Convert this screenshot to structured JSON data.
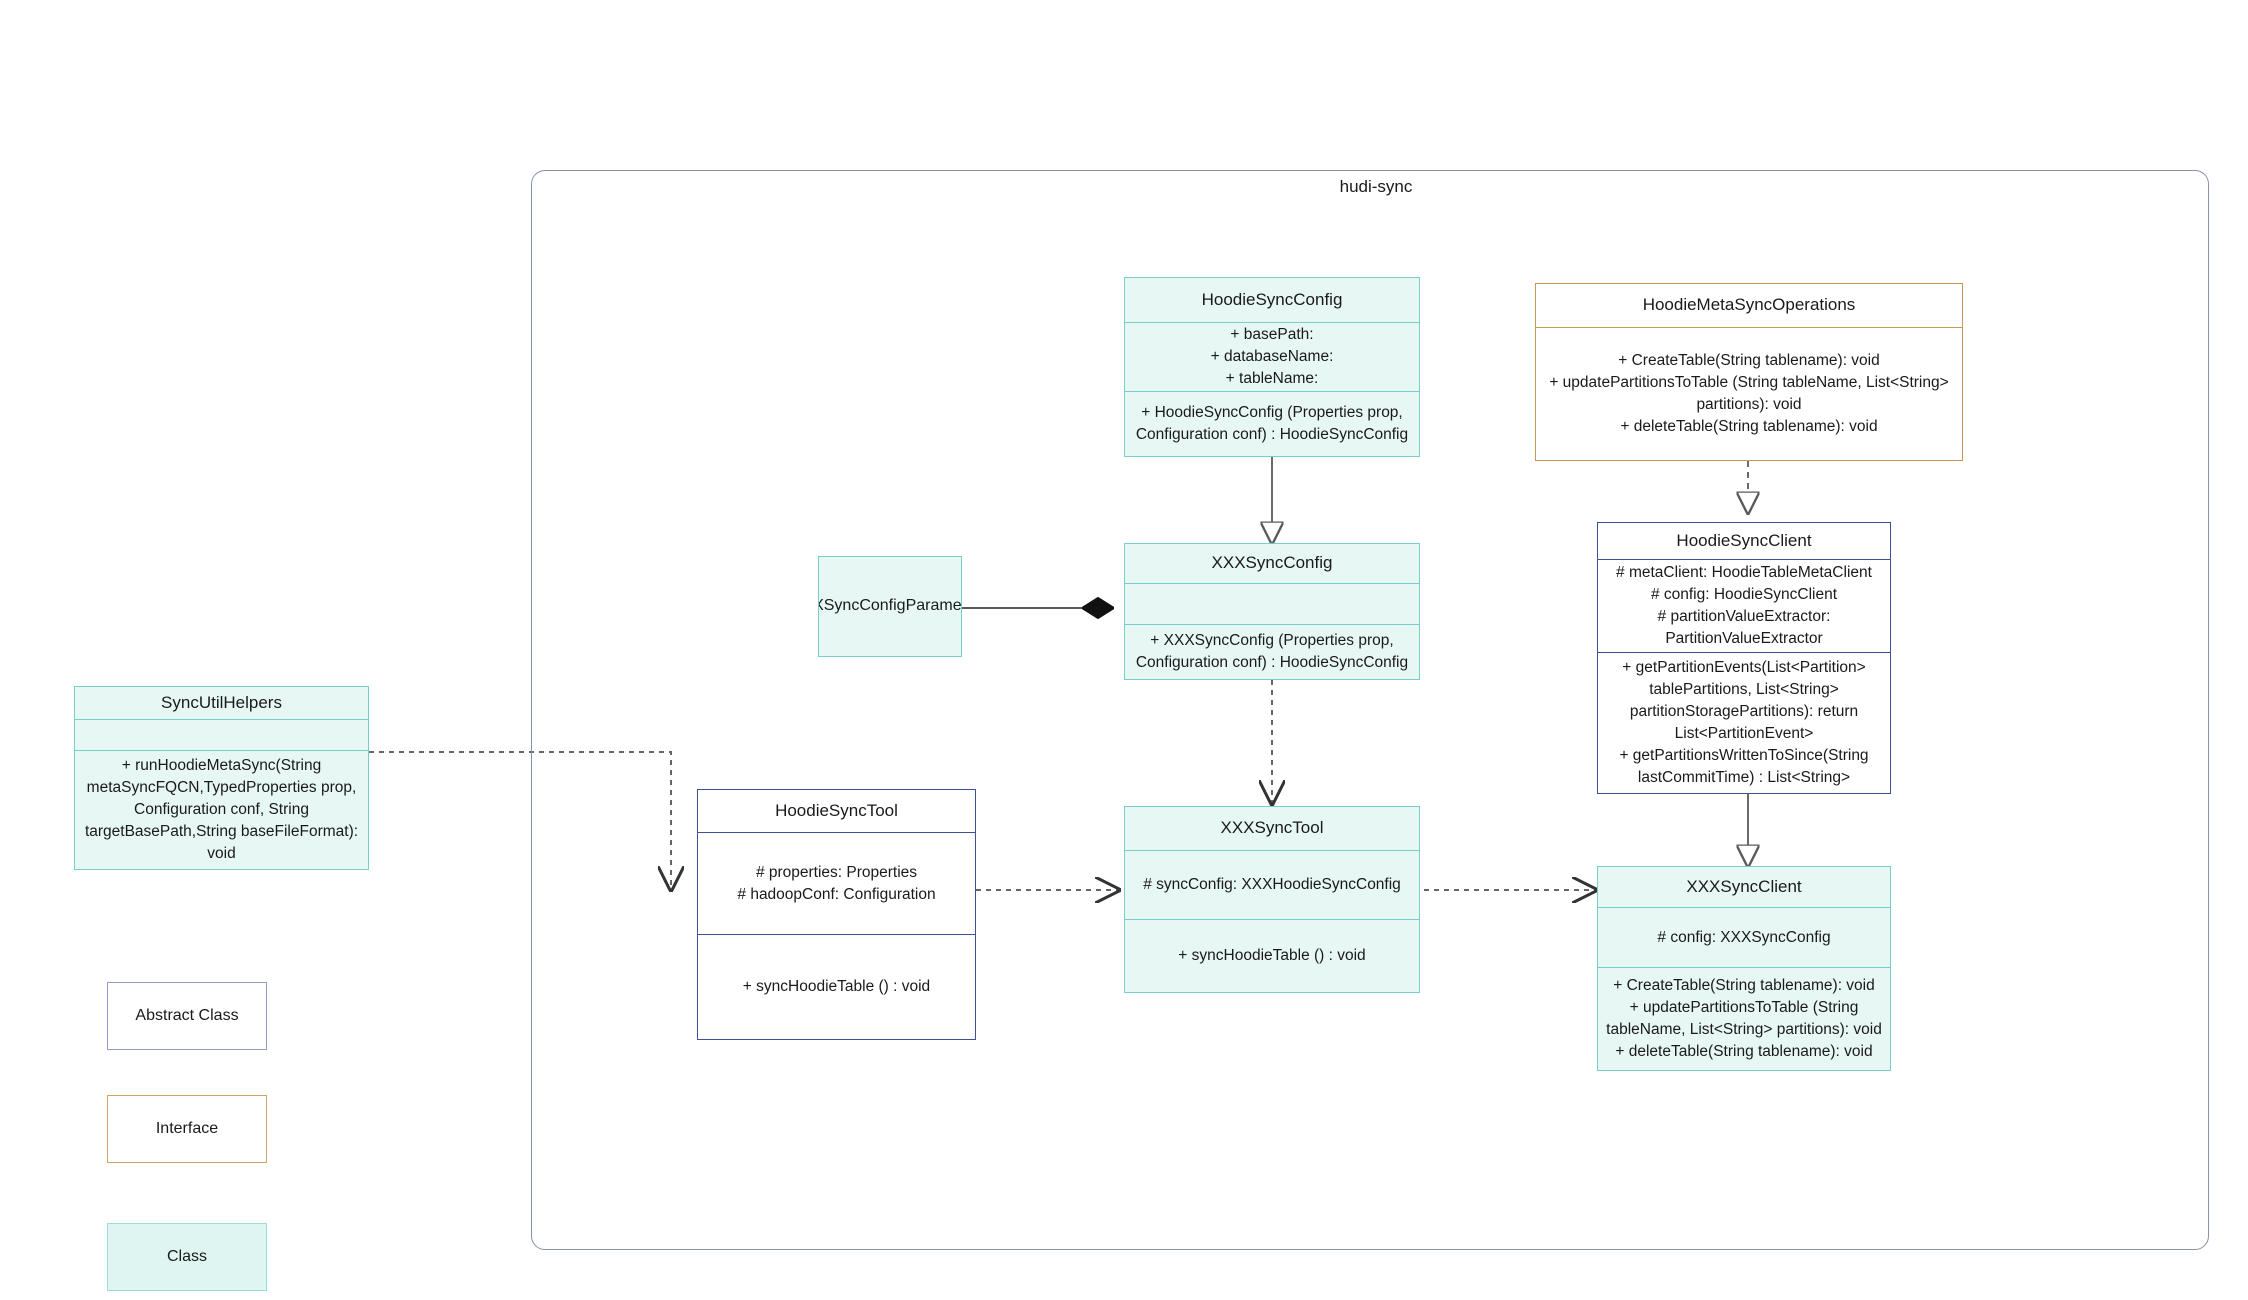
{
  "package": {
    "title": "hudi-sync"
  },
  "classes": {
    "hoodie_sync_config": {
      "name": "HoodieSyncConfig",
      "attributes": "+    basePath:\n+   databaseName:\n+    tableName:",
      "methods": "+   HoodieSyncConfig (Properties prop, Configuration conf) : HoodieSyncConfig",
      "stereotype": "class"
    },
    "hoodie_meta_sync_operations": {
      "name": "HoodieMetaSyncOperations",
      "attributes": "",
      "methods": "+    CreateTable(String tablename): void\n+    updatePartitionsToTable (String tableName, List<String> partitions): void\n+    deleteTable(String tablename): void",
      "stereotype": "interface"
    },
    "hoodie_sync_client": {
      "name": "HoodieSyncClient",
      "attributes": "#   metaClient: HoodieTableMetaClient\n#   config: HoodieSyncClient\n#    partitionValueExtractor: PartitionValueExtractor",
      "methods": "+   getPartitionEvents(List<Partition> tablePartitions, List<String> partitionStoragePartitions): return List<PartitionEvent>\n+   getPartitionsWrittenToSince(String lastCommitTime) : List<String>",
      "stereotype": "abstract"
    },
    "xxx_sync_config": {
      "name": "XXXSyncConfig",
      "attributes": "",
      "methods": "+   XXXSyncConfig (Properties prop, Configuration conf) : HoodieSyncConfig",
      "stereotype": "class"
    },
    "xxx_sync_config_parameters": {
      "name": "XXXSyncConfigParameters",
      "stereotype": "class"
    },
    "sync_util_helpers": {
      "name": "SyncUtilHelpers",
      "attributes": "",
      "methods": "+    runHoodieMetaSync(String metaSyncFQCN,TypedProperties prop, Configuration conf, String targetBasePath,String baseFileFormat): void",
      "stereotype": "class"
    },
    "hoodie_sync_tool": {
      "name": "HoodieSyncTool",
      "attributes": "#   properties: Properties\n#   hadoopConf: Configuration",
      "methods": "+   syncHoodieTable () : void",
      "stereotype": "abstract"
    },
    "xxx_sync_tool": {
      "name": "XXXSyncTool",
      "attributes": "#   syncConfig: XXXHoodieSyncConfig",
      "methods": "+   syncHoodieTable () : void",
      "stereotype": "class"
    },
    "xxx_sync_client": {
      "name": "XXXSyncClient",
      "attributes": "#    config: XXXSyncConfig",
      "methods": "+    CreateTable(String tablename): void\n+    updatePartitionsToTable (String tableName, List<String> partitions): void\n+    deleteTable(String tablename): void",
      "stereotype": "class"
    }
  },
  "legend": [
    {
      "key": "abstract",
      "label": "Abstract Class"
    },
    {
      "key": "interface",
      "label": "Interface"
    },
    {
      "key": "class",
      "label": "Class"
    }
  ],
  "relationships": [
    {
      "from": "HoodieSyncConfig",
      "to": "XXXSyncConfig",
      "type": "generalization"
    },
    {
      "from": "HoodieMetaSyncOperations",
      "to": "HoodieSyncClient",
      "type": "realization"
    },
    {
      "from": "XXXSyncConfig",
      "to": "XXXSyncTool",
      "type": "dependency"
    },
    {
      "from": "HoodieSyncClient",
      "to": "XXXSyncClient",
      "type": "generalization"
    },
    {
      "from": "XXXSyncConfigParameters",
      "to": "XXXSyncConfig",
      "type": "composition"
    },
    {
      "from": "SyncUtilHelpers",
      "to": "HoodieSyncTool",
      "type": "dependency"
    },
    {
      "from": "HoodieSyncTool",
      "to": "XXXSyncTool",
      "type": "dependency"
    },
    {
      "from": "XXXSyncTool",
      "to": "XXXSyncClient",
      "type": "dependency"
    }
  ],
  "colors": {
    "class_fill": "#e7f7f4",
    "class_border": "#78cfca",
    "abstract_border": "#3c5490",
    "interface_border": "#c79a52",
    "package_border": "#8a90ad",
    "edge": "#5a5a5a"
  }
}
